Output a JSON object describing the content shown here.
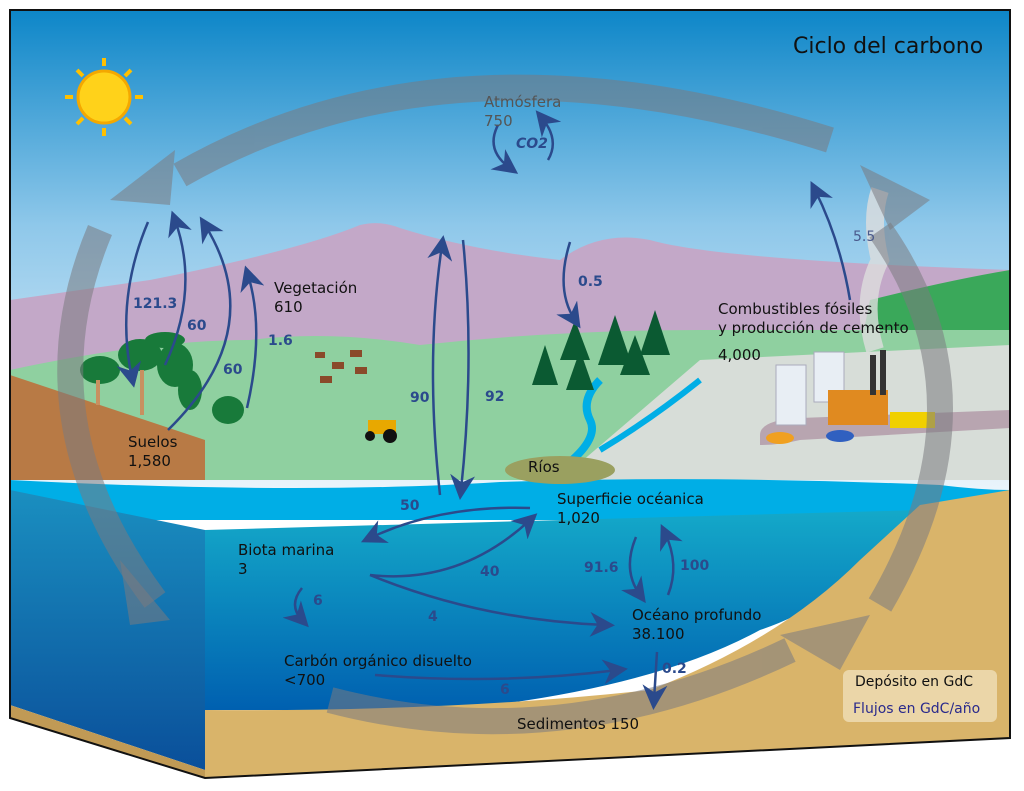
{
  "title": "Ciclo del carbono",
  "reservoirs": {
    "atmosphere": {
      "name": "Atmósfera",
      "value": "750",
      "gas": "CO2"
    },
    "vegetation": {
      "name": "Vegetación",
      "value": "610"
    },
    "soils": {
      "name": "Suelos",
      "value": "1,580"
    },
    "fossil": {
      "name_line1": "Combustibles fósiles",
      "name_line2": "y producción de cemento",
      "value": "4,000"
    },
    "rivers": {
      "name": "Ríos"
    },
    "surface_ocean": {
      "name": "Superficie océanica",
      "value": "1,020"
    },
    "marine_biota": {
      "name": "Biota marina",
      "value": "3"
    },
    "deep_ocean": {
      "name": "Océano profundo",
      "value": "38.100"
    },
    "doc": {
      "name": "Carbón orgánico disuelto",
      "value": "<700"
    },
    "sediments": {
      "name": "Sedimentos 150"
    }
  },
  "fluxes": {
    "f121": "121.3",
    "f60a": "60",
    "f60b": "60",
    "f16": "1.6",
    "f90": "90",
    "f92": "92",
    "f05": "0.5",
    "f55": "5.5",
    "f50": "50",
    "f40": "40",
    "f6a": "6",
    "f4": "4",
    "f916": "91.6",
    "f100": "100",
    "f02": "0.2",
    "f6b": "6"
  },
  "legend": {
    "stock": "Depósito en GdC",
    "flux": "Flujos en GdC/año"
  },
  "colors": {
    "flux": "#2b4a8c",
    "sky": "#cfe6f5",
    "ocean": "#00a8e0",
    "deep_ocean": "#0077b8",
    "mountain": "#c3a8c8",
    "sand": "#d9b46a"
  }
}
